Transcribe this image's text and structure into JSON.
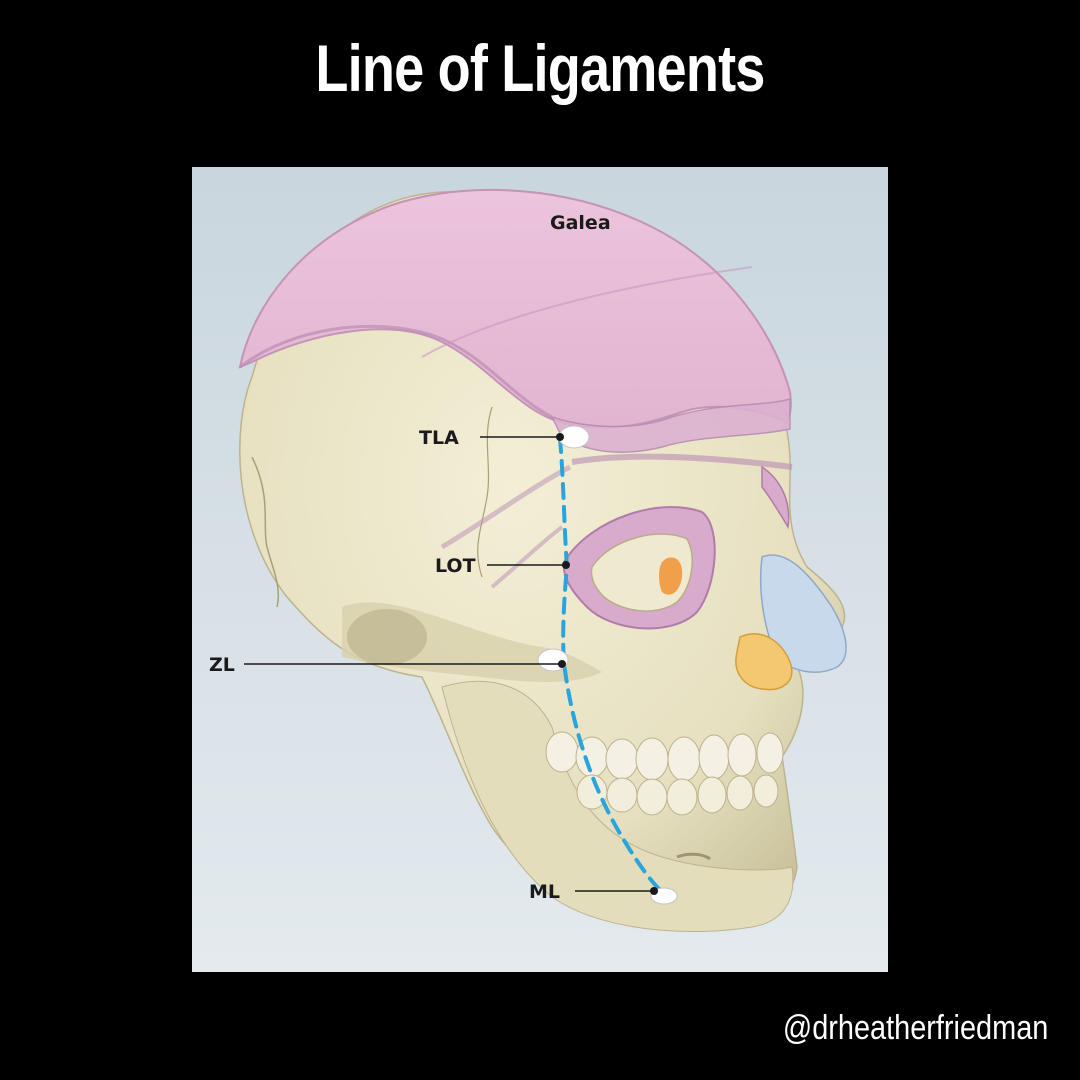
{
  "title": "Line of Ligaments",
  "figure": {
    "labels": {
      "galea": "Galea",
      "tla": "TLA",
      "lot": "LOT",
      "zl": "ZL",
      "ml": "ML"
    },
    "colors": {
      "background_top": "#c9d6de",
      "background_bottom": "#e4eaee",
      "bone": "#e9e4c6",
      "bone_shadow": "#cfc8a4",
      "galea": "#e8bcd6",
      "fascia": "#d9acd0",
      "fascia_edge": "#b98bb3",
      "ligament": "#ffffff",
      "dashed_line": "#2aa4dc",
      "cartilage_blue": "#c8d9ec",
      "cartilage_orange": "#f4c870",
      "lacrimal_orange": "#f0a04a",
      "leader": "#1a1a1a"
    }
  },
  "handle": "@drheatherfriedman"
}
